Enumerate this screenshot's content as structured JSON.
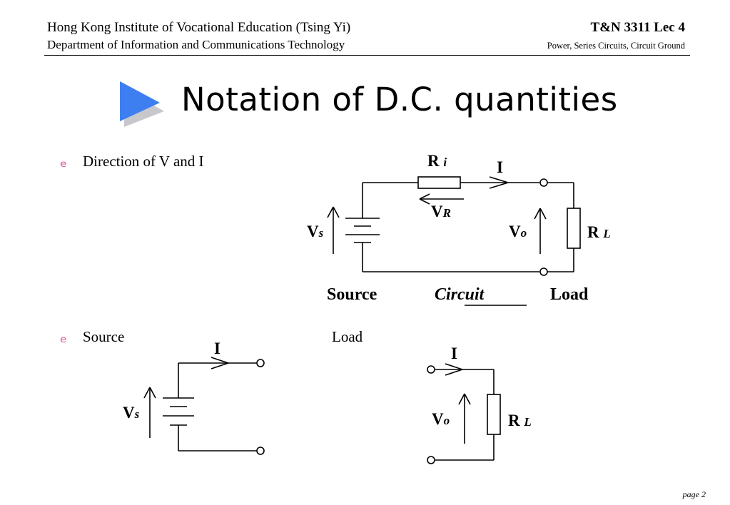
{
  "header": {
    "institute": "Hong Kong Institute of Vocational Education (Tsing Yi)",
    "department": "Department of Information  and Communications Technology",
    "course": "T&N 3311 Lec 4",
    "topic": "Power, Series Circuits, Circuit Ground"
  },
  "title": "Notation of D.C. quantities",
  "bullets": [
    {
      "icon": "ₑ",
      "text": "Direction of V and I"
    },
    {
      "icon": "ₑ",
      "text": "Source"
    }
  ],
  "circuit_main": {
    "ri_main": "R",
    "ri_sub": "i",
    "current": "I",
    "vr_main": "V",
    "vr_sub": "R",
    "vs_main": "V",
    "vs_sub": "s",
    "vo_main": "V",
    "vo_sub": "o",
    "rl_main": "R",
    "rl_sub": "L",
    "source_label": "Source",
    "circuit_label": "Circuit",
    "load_label": "Load"
  },
  "circuit_source": {
    "current": "I",
    "vs_main": "V",
    "vs_sub": "s"
  },
  "circuit_load": {
    "heading": "Load",
    "current": "I",
    "vo_main": "V",
    "vo_sub": "o",
    "rl_main": "R",
    "rl_sub": "L"
  },
  "footer": {
    "page": "page 2"
  },
  "colors": {
    "title_arrow": "#3d7ff0",
    "title_arrow_shadow": "#c8c8cc",
    "bullet": "#e0559a"
  }
}
